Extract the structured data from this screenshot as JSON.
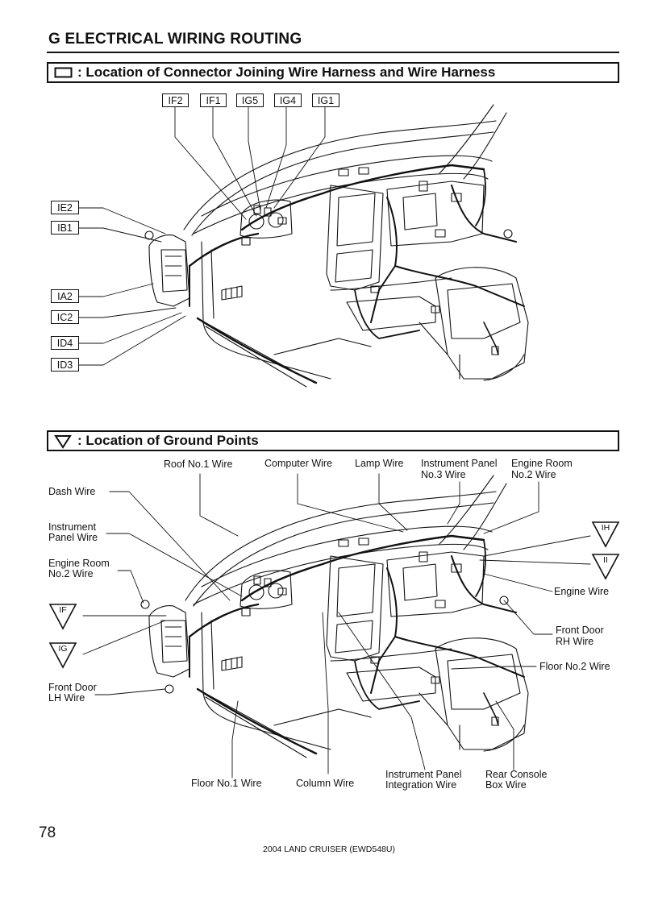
{
  "page": {
    "title": "G  ELECTRICAL WIRING ROUTING",
    "page_number": "78",
    "footer": "2004 LAND CRUISER (EWD548U)"
  },
  "sections": {
    "connector": {
      "heading": ": Location of Connector Joining Wire Harness and Wire Harness"
    },
    "ground": {
      "heading": ": Location of Ground Points"
    }
  },
  "connectors": {
    "top": [
      "IF2",
      "IF1",
      "IG5",
      "IG4",
      "IG1"
    ],
    "left": [
      "IE2",
      "IB1",
      "IA2",
      "IC2",
      "ID4",
      "ID3"
    ]
  },
  "ground_points": [
    "IH",
    "II",
    "IF",
    "IG"
  ],
  "wire_labels": {
    "roof_no1": "Roof No.1 Wire",
    "computer": "Computer Wire",
    "lamp": "Lamp Wire",
    "ip_no3_l1": "Instrument Panel",
    "ip_no3_l2": "No.3 Wire",
    "engine_room_no2_l1": "Engine Room",
    "engine_room_no2_l2": "No.2 Wire",
    "dash": "Dash Wire",
    "ip_l1": "Instrument",
    "ip_l2": "Panel Wire",
    "er_left_l1": "Engine Room",
    "er_left_l2": "No.2 Wire",
    "engine": "Engine Wire",
    "front_door_rh_l1": "Front Door",
    "front_door_rh_l2": "RH Wire",
    "floor_no2": "Floor No.2 Wire",
    "front_door_lh_l1": "Front Door",
    "front_door_lh_l2": "LH Wire",
    "floor_no1": "Floor No.1 Wire",
    "column": "Column Wire",
    "ip_integration_l1": "Instrument Panel",
    "ip_integration_l2": "Integration Wire",
    "rear_console_l1": "Rear Console",
    "rear_console_l2": "Box Wire"
  }
}
